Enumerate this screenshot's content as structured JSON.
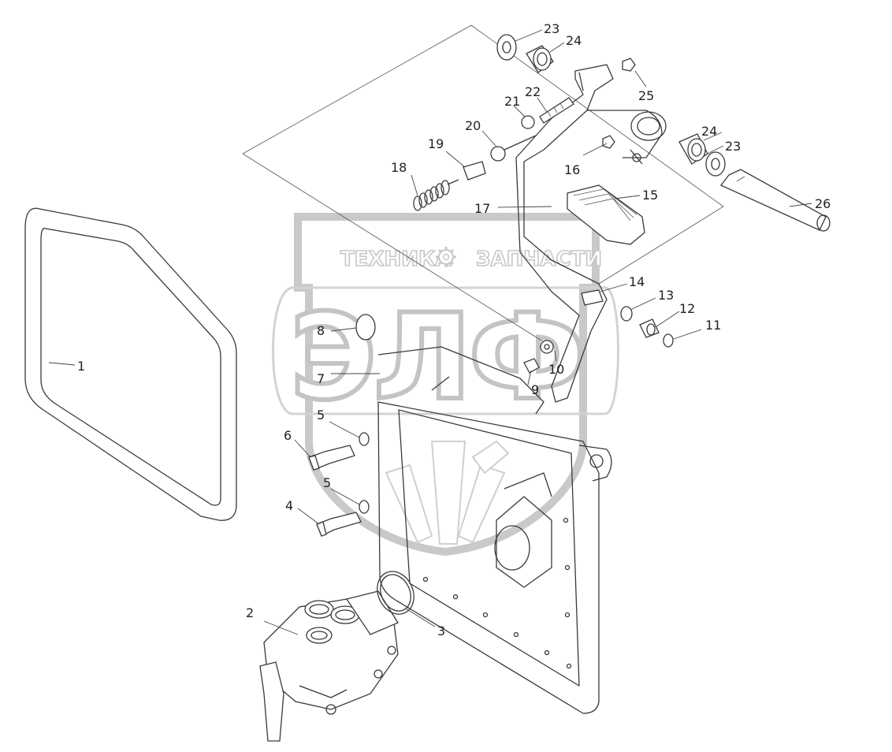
{
  "watermark": {
    "top_text_left": "ТЕХНИКА",
    "top_text_right": "ЗАПЧАСТИ",
    "logo_text": "ЭЛФ",
    "gear_icon": "gear-icon"
  },
  "callouts": [
    "1",
    "2",
    "3",
    "4",
    "5",
    "5",
    "6",
    "7",
    "8",
    "9",
    "10",
    "11",
    "12",
    "13",
    "14",
    "15",
    "16",
    "17",
    "18",
    "19",
    "20",
    "21",
    "22",
    "23",
    "23",
    "24",
    "24",
    "25",
    "26"
  ],
  "colors": {
    "line": "#3a3a3a",
    "watermark": "#c9c9c9"
  }
}
